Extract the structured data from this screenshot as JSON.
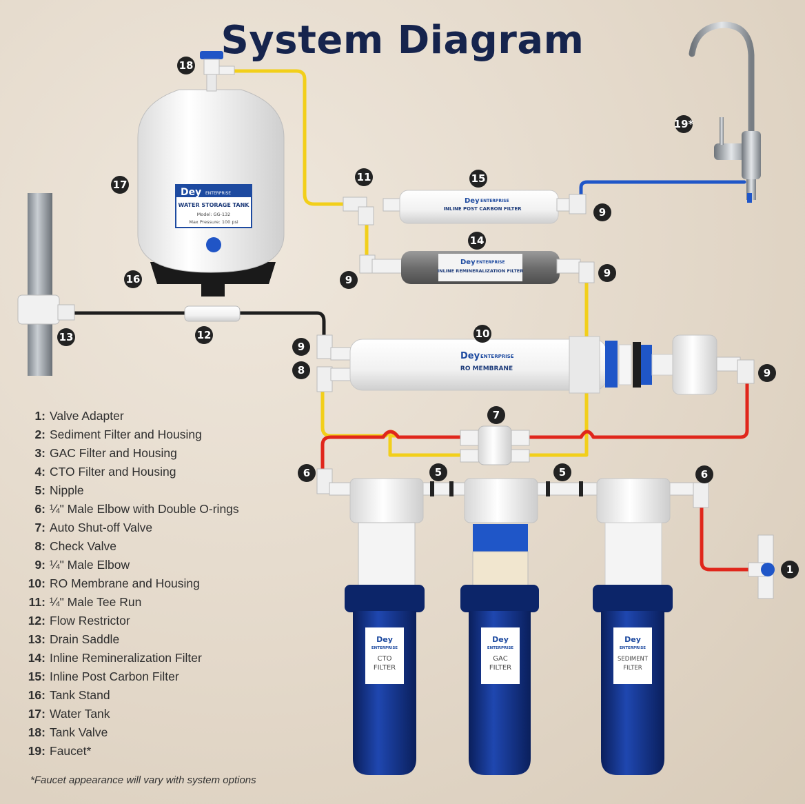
{
  "title": "System Diagram",
  "legend": [
    {
      "num": "1:",
      "label": "Valve Adapter"
    },
    {
      "num": "2:",
      "label": "Sediment Filter and Housing"
    },
    {
      "num": "3:",
      "label": "GAC Filter and Housing"
    },
    {
      "num": "4:",
      "label": "CTO Filter and Housing"
    },
    {
      "num": "5:",
      "label": "Nipple"
    },
    {
      "num": "6:",
      "label": "¼\" Male Elbow with Double O-rings"
    },
    {
      "num": "7:",
      "label": "Auto Shut-off Valve"
    },
    {
      "num": "8:",
      "label": "Check Valve"
    },
    {
      "num": "9:",
      "label": "¼\" Male Elbow"
    },
    {
      "num": "10:",
      "label": "RO Membrane and Housing"
    },
    {
      "num": "11:",
      "label": "¼\" Male Tee Run"
    },
    {
      "num": "12:",
      "label": "Flow Restrictor"
    },
    {
      "num": "13:",
      "label": "Drain Saddle"
    },
    {
      "num": "14:",
      "label": "Inline Remineralization Filter"
    },
    {
      "num": "15:",
      "label": "Inline Post Carbon Filter"
    },
    {
      "num": "16:",
      "label": "Tank Stand"
    },
    {
      "num": "17:",
      "label": "Water Tank"
    },
    {
      "num": "18:",
      "label": "Tank Valve"
    },
    {
      "num": "19:",
      "label": "Faucet*"
    }
  ],
  "footnote": "*Faucet appearance will vary with system options",
  "labels": {
    "brand": "Dey",
    "brand_sub": "ENTERPRISE",
    "tank_name": "WATER STORAGE TANK",
    "tank_model": "Model: GG-132",
    "tank_pressure": "Max Pressure: 100 psi",
    "post_carbon": "INLINE POST CARBON FILTER",
    "remineral": "INLINE REMINERALIZATION FILTER",
    "membrane": "RO MEMBRANE",
    "cto": [
      "CTO",
      "FILTER"
    ],
    "gac": [
      "GAC",
      "FILTER"
    ],
    "sediment": [
      "SEDIMENT",
      "FILTER"
    ]
  },
  "callouts": [
    "18",
    "17",
    "16",
    "11",
    "15",
    "14",
    "10",
    "9",
    "8",
    "7",
    "6",
    "5",
    "1",
    "12",
    "13",
    "19*"
  ],
  "colors": {
    "feed_line": "#e0261b",
    "product_line": "#f2cf1a",
    "drain_line": "#1e1e1e",
    "faucet_line": "#1f56c8",
    "housing": "#0f2f86",
    "title": "#16244d"
  }
}
